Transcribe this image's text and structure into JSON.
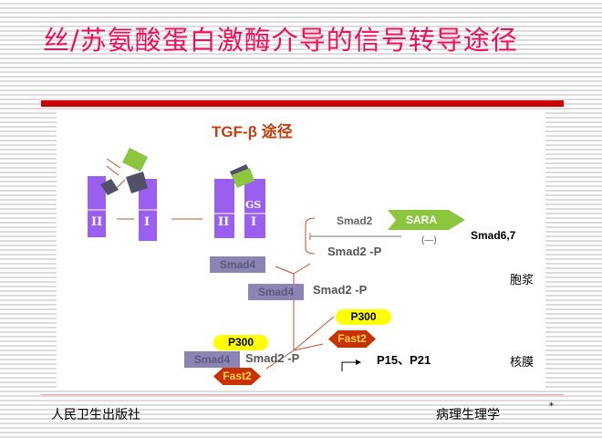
{
  "title": "丝/苏氨酸蛋白激酶介导的信号转导途径",
  "diagram": {
    "heading": "TGF-β 途径",
    "receptor_labels": {
      "type2": "II",
      "type1": "I",
      "gs": "GS"
    },
    "smad2": "Smad2",
    "sara": "SARA",
    "inhibit": "(—)",
    "smad67": "Smad6,7",
    "smad2p": "Smad2 -P",
    "smad4": "Smad4",
    "p300": "P300",
    "fast2": "Fast2",
    "targets": "P15、P21",
    "cytoplasm": "胞浆",
    "nuclear_membrane": "核膜"
  },
  "footer": {
    "publisher": "人民卫生出版社",
    "subject": "病理生理学",
    "mark": "*"
  }
}
